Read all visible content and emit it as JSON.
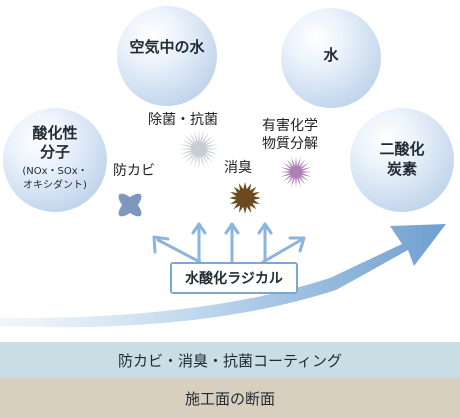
{
  "nodes": {
    "air_water": "空気中の水",
    "water": "水",
    "acid_line1": "酸化性",
    "acid_line2": "分子",
    "acid_line3": "(NOx・SOx・",
    "acid_line4": "オキシダント)",
    "co2_line1": "二酸化",
    "co2_line2": "炭素"
  },
  "effects": {
    "antibacterial": "除菌・抗菌",
    "organic_line1": "有害化学",
    "organic_line2": "物質分解",
    "deodorize": "消臭",
    "antimold": "防カビ"
  },
  "radical": "水酸化ラジカル",
  "layers": {
    "coating": "防カビ・消臭・抗菌コーティング",
    "surface": "施工面の断面"
  },
  "colors": {
    "circle": "#c7d9ee",
    "arrow": "#8bb5dd",
    "burst_antibac": "#c8cdd4",
    "burst_organic": "#b07fb8",
    "burst_deodor": "#6b4a1f",
    "mold": "#7d97bd",
    "band_coating": "#c9dde4",
    "band_surface": "#d9cfbe"
  }
}
